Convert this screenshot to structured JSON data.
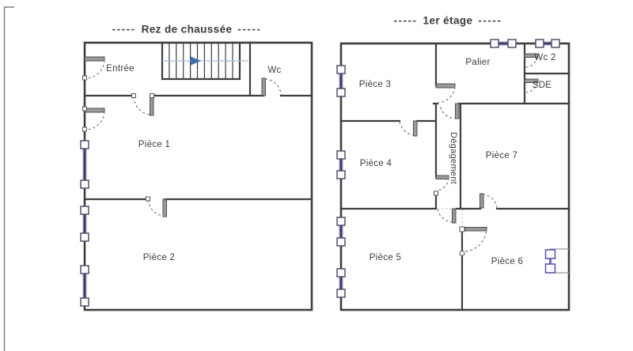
{
  "colors": {
    "wall": "#3e3e3e",
    "door_leaf": "#9a9a9a",
    "swing_arc": "#7a7a7a",
    "window_frame": "#50506e",
    "window_glass": "#7b7bc8",
    "stair_line": "#a8bcd6",
    "stair_arrow": "#3f6fae",
    "text": "#3c3c3c",
    "bg": "#ffffff"
  },
  "floors": {
    "ground": {
      "title": "Rez de chaussée",
      "title_dashes": "-----",
      "rooms": {
        "entree": "Entrée",
        "wc": "Wc",
        "piece1": "Pièce 1",
        "piece2": "Pièce 2"
      }
    },
    "first": {
      "title": "1er étage",
      "title_dashes": "-----",
      "rooms": {
        "piece3": "Pièce 3",
        "palier": "Palier",
        "wc2": "Wc 2",
        "sde": "SDE",
        "piece4": "Pièce 4",
        "degagement": "Dégagement",
        "piece7": "Pièce 7",
        "piece5": "Pièce 5",
        "piece6": "Pièce 6"
      }
    }
  }
}
